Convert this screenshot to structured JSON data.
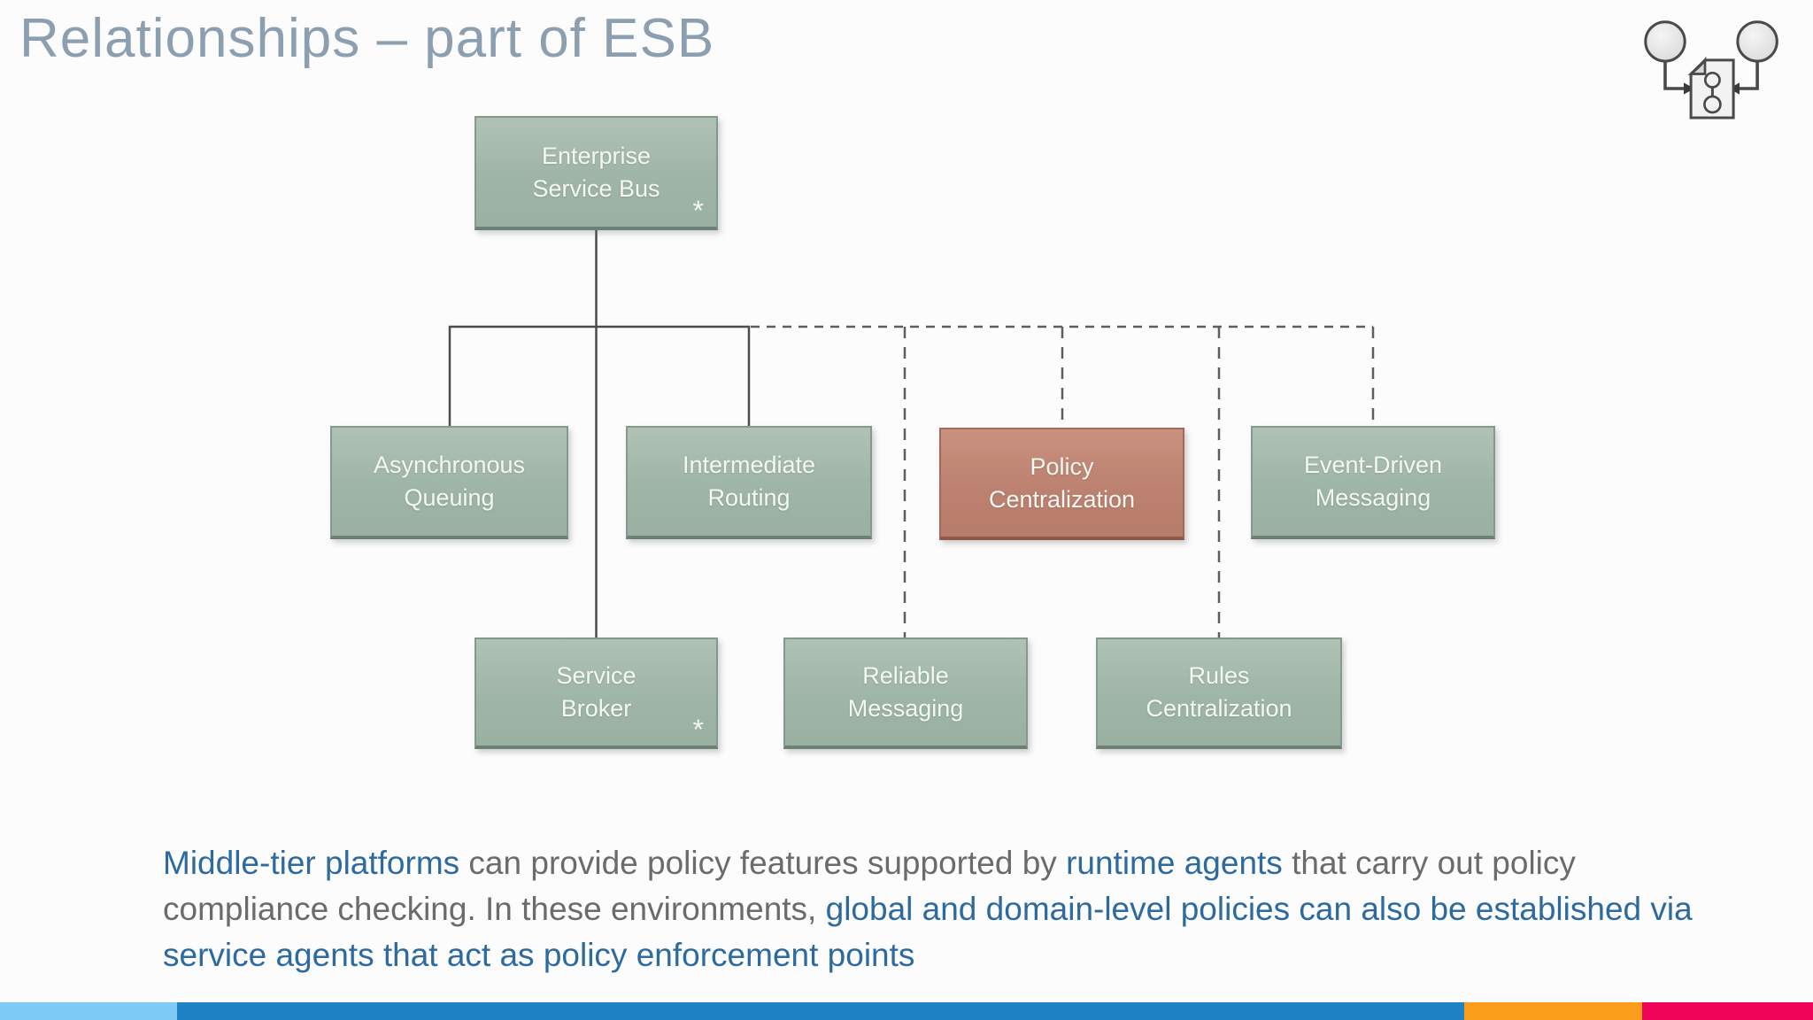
{
  "slide": {
    "title": "Relationships – part of ESB"
  },
  "icons": {
    "header": "two-service-circles-referencing-shared-policy-document"
  },
  "diagram": {
    "boxes": [
      {
        "id": "enterprise-service-bus",
        "label": "Enterprise\nService Bus",
        "marker": "*",
        "variant": "green"
      },
      {
        "id": "asynchronous-queuing",
        "label": "Asynchronous\nQueuing",
        "variant": "green"
      },
      {
        "id": "intermediate-routing",
        "label": "Intermediate\nRouting",
        "variant": "green"
      },
      {
        "id": "policy-centralization",
        "label": "Policy\nCentralization",
        "variant": "red"
      },
      {
        "id": "event-driven-messaging",
        "label": "Event-Driven\nMessaging",
        "variant": "green"
      },
      {
        "id": "service-broker",
        "label": "Service\nBroker",
        "marker": "*",
        "variant": "green"
      },
      {
        "id": "reliable-messaging",
        "label": "Reliable\nMessaging",
        "variant": "green"
      },
      {
        "id": "rules-centralization",
        "label": "Rules\nCentralization",
        "variant": "green"
      }
    ],
    "relationships": {
      "solid_children_of_esb": [
        "Asynchronous Queuing",
        "Intermediate Routing",
        "Service Broker"
      ],
      "dashed_children_of_esb": [
        "Reliable Messaging",
        "Policy Centralization",
        "Rules Centralization",
        "Event-Driven Messaging"
      ]
    }
  },
  "paragraph": {
    "segments": [
      {
        "text": "Middle-tier platforms",
        "emphasis": true
      },
      {
        "text": " can provide policy features supported by ",
        "emphasis": false
      },
      {
        "text": "runtime agents",
        "emphasis": true
      },
      {
        "text": " that carry out policy compliance checking. In these environments, ",
        "emphasis": false
      },
      {
        "text": "global and domain-level policies can also be established via service agents that act as policy enforcement points",
        "emphasis": true
      }
    ]
  },
  "colors": {
    "title": "#8c9fb1",
    "box_green": "#9fb5a7",
    "box_red": "#bc8170",
    "box_text": "#f3f7f1",
    "paragraph_gray": "#6b6b6b",
    "paragraph_blue": "#2d6a9f",
    "connector_solid": "#4c4c4c",
    "connector_dashed": "#5e5e5e",
    "footer_light_blue": "#7ecbf5",
    "footer_blue": "#1e82c4",
    "footer_orange": "#fa9d1b",
    "footer_pink": "#f00459"
  }
}
